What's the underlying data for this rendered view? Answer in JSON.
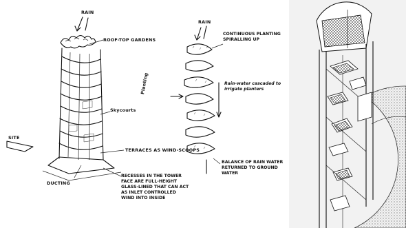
{
  "sketch_tower": {
    "rain_label": "RAIN",
    "roof_garden_label": "ROOF-TOP GARDENS",
    "skycourts_label": "Skycourts",
    "terraces_label": "TERRACES AS WIND-SCOOPS",
    "ducting_label": "DUCTING",
    "recess_label": "RECESSES IN THE TOWER FACE ARE FULL-HEIGHT GLASS-LINED THAT CAN ACT AS INLET CONTROLLED WIND INTO INSIDE",
    "site_label": "SITE"
  },
  "sketch_spiral": {
    "rain_label": "RAIN",
    "continuous_label": "CONTINUOUS PLANTING SPIRALLING UP",
    "planting_label": "Planting",
    "rainwater_label": "Rain-water cascaded to irrigate planters",
    "balance_label": "BALANCE OF RAIN WATER RETURNED TO GROUND WATER"
  },
  "isometric_view": {
    "description_key": "isometric-tower-cutaway"
  }
}
